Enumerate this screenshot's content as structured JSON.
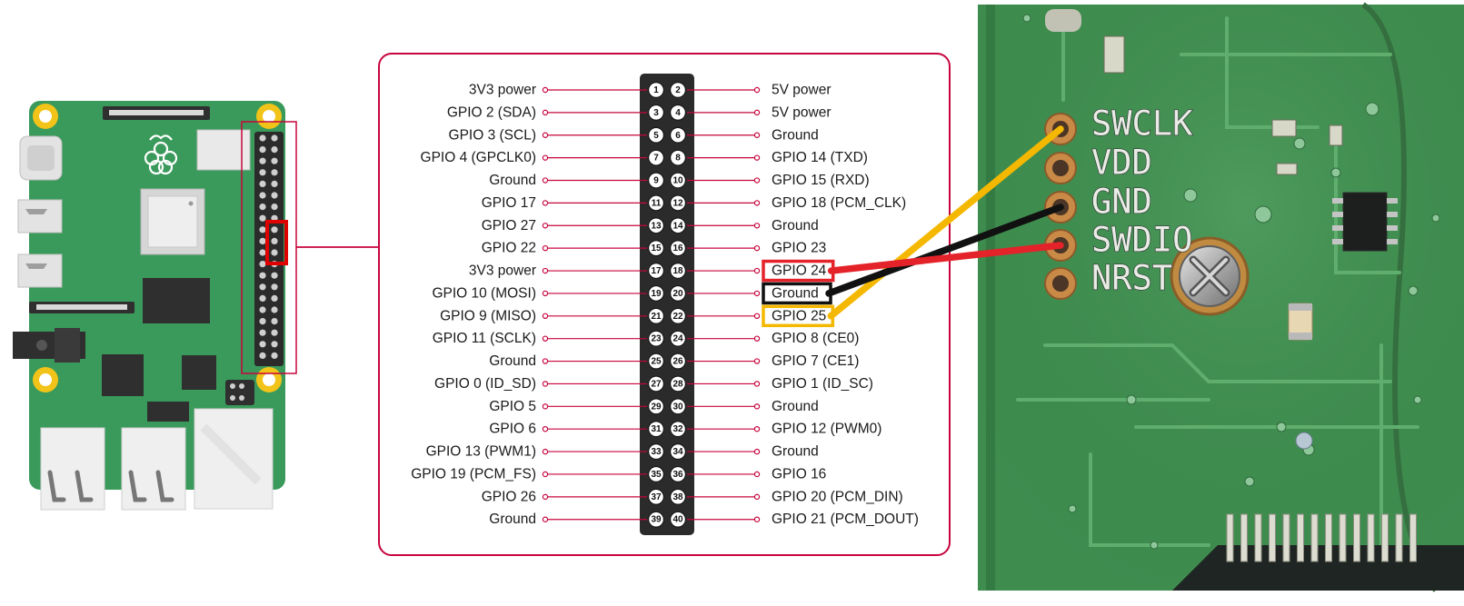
{
  "gpio_header": {
    "pins_left": [
      {
        "num": "1",
        "label": "3V3 power"
      },
      {
        "num": "3",
        "label": "GPIO 2 (SDA)"
      },
      {
        "num": "5",
        "label": "GPIO 3 (SCL)"
      },
      {
        "num": "7",
        "label": "GPIO 4 (GPCLK0)"
      },
      {
        "num": "9",
        "label": "Ground"
      },
      {
        "num": "11",
        "label": "GPIO 17"
      },
      {
        "num": "13",
        "label": "GPIO 27"
      },
      {
        "num": "15",
        "label": "GPIO 22"
      },
      {
        "num": "17",
        "label": "3V3 power"
      },
      {
        "num": "19",
        "label": "GPIO 10 (MOSI)"
      },
      {
        "num": "21",
        "label": "GPIO 9 (MISO)"
      },
      {
        "num": "23",
        "label": "GPIO 11 (SCLK)"
      },
      {
        "num": "25",
        "label": "Ground"
      },
      {
        "num": "27",
        "label": "GPIO 0 (ID_SD)"
      },
      {
        "num": "29",
        "label": "GPIO 5"
      },
      {
        "num": "31",
        "label": "GPIO 6"
      },
      {
        "num": "33",
        "label": "GPIO 13 (PWM1)"
      },
      {
        "num": "35",
        "label": "GPIO 19 (PCM_FS)"
      },
      {
        "num": "37",
        "label": "GPIO 26"
      },
      {
        "num": "39",
        "label": "Ground"
      }
    ],
    "pins_right": [
      {
        "num": "2",
        "label": "5V power"
      },
      {
        "num": "4",
        "label": "5V power"
      },
      {
        "num": "6",
        "label": "Ground"
      },
      {
        "num": "8",
        "label": "GPIO 14 (TXD)"
      },
      {
        "num": "10",
        "label": "GPIO 15 (RXD)"
      },
      {
        "num": "12",
        "label": "GPIO 18 (PCM_CLK)"
      },
      {
        "num": "14",
        "label": "Ground"
      },
      {
        "num": "16",
        "label": "GPIO 23"
      },
      {
        "num": "18",
        "label": "GPIO 24",
        "highlight": "#e42229"
      },
      {
        "num": "20",
        "label": "Ground",
        "highlight": "#111111"
      },
      {
        "num": "22",
        "label": "GPIO 25",
        "highlight": "#f5b800"
      },
      {
        "num": "24",
        "label": "GPIO 8 (CE0)"
      },
      {
        "num": "26",
        "label": "GPIO 7 (CE1)"
      },
      {
        "num": "28",
        "label": "GPIO 1 (ID_SC)"
      },
      {
        "num": "30",
        "label": "Ground"
      },
      {
        "num": "32",
        "label": "GPIO 12 (PWM0)"
      },
      {
        "num": "34",
        "label": "Ground"
      },
      {
        "num": "36",
        "label": "GPIO 16"
      },
      {
        "num": "38",
        "label": "GPIO 20 (PCM_DIN)"
      },
      {
        "num": "40",
        "label": "GPIO 21 (PCM_DOUT)"
      }
    ]
  },
  "pcb_labels": [
    "SWCLK",
    "VDD",
    "GND",
    "SWDIO",
    "NRST"
  ],
  "wires": [
    {
      "color": "#f5b800",
      "from_pin": "22",
      "to_pad": "SWCLK"
    },
    {
      "color": "#111111",
      "from_pin": "20",
      "to_pad": "GND"
    },
    {
      "color": "#e42229",
      "from_pin": "18",
      "to_pad": "SWDIO"
    }
  ],
  "colors": {
    "frame_accent": "#c7053d",
    "leader_line": "#c7053d",
    "board_green": "#3a9a5b",
    "pcb_green": "#3f8c4f",
    "header_body": "#2b2b2b",
    "mount_hole": "#f2c318"
  },
  "icons": {
    "logo": "raspberry-logo-icon"
  }
}
